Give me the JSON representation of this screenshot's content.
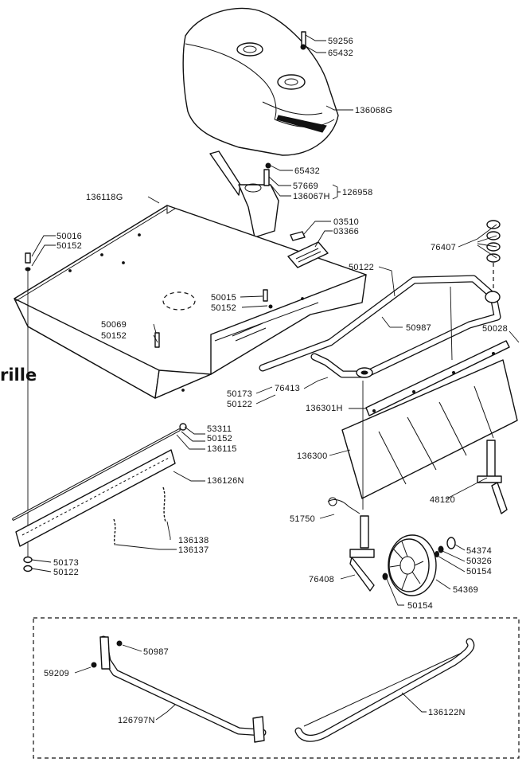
{
  "callouts": {
    "c59256": "59256",
    "c65432a": "65432",
    "c136068G": "136068G",
    "c65432b": "65432",
    "c57669": "57669",
    "c136067H": "136067H",
    "c126958": "126958",
    "c136118G": "136118G",
    "c03510": "03510",
    "c03366": "03366",
    "c50016": "50016",
    "c50152a": "50152",
    "c76407": "76407",
    "c50122a": "50122",
    "c50015": "50015",
    "c50152b": "50152",
    "c50987a": "50987",
    "c50069": "50069",
    "c50152c": "50152",
    "c50028": "50028",
    "c76413": "76413",
    "c50173a": "50173",
    "c50122b": "50122",
    "c136301H": "136301H",
    "c53311": "53311",
    "c50152d": "50152",
    "c136115": "136115",
    "c136300": "136300",
    "c136126N": "136126N",
    "c48120": "48120",
    "c51750": "51750",
    "c136138": "136138",
    "c136137": "136137",
    "c54374": "54374",
    "c50326": "50326",
    "c50154a": "50154",
    "c50173b": "50173",
    "c50122c": "50122",
    "c76408": "76408",
    "c54369": "54369",
    "c50154b": "50154",
    "c50987b": "50987",
    "c59209": "59209",
    "c126797N": "126797N",
    "c136122N": "136122N"
  },
  "logo_text": "rille"
}
